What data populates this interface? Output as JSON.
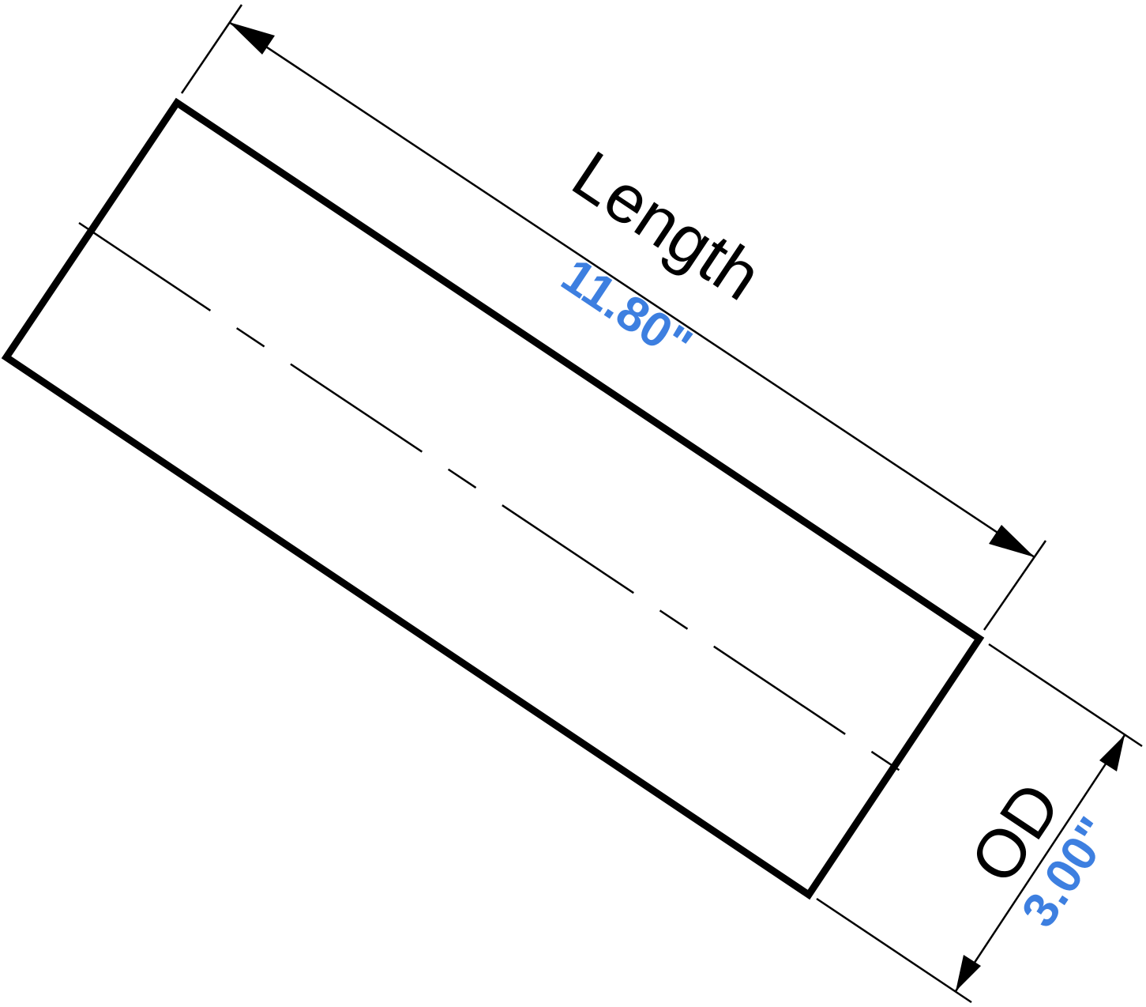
{
  "labels": {
    "length_label": "Length",
    "length_value": "11.80\"",
    "od_label": "OD",
    "od_value": "3.00\""
  },
  "colors": {
    "line": "#000000",
    "dimension_value": "#3d7fe0",
    "background": "#ffffff"
  }
}
